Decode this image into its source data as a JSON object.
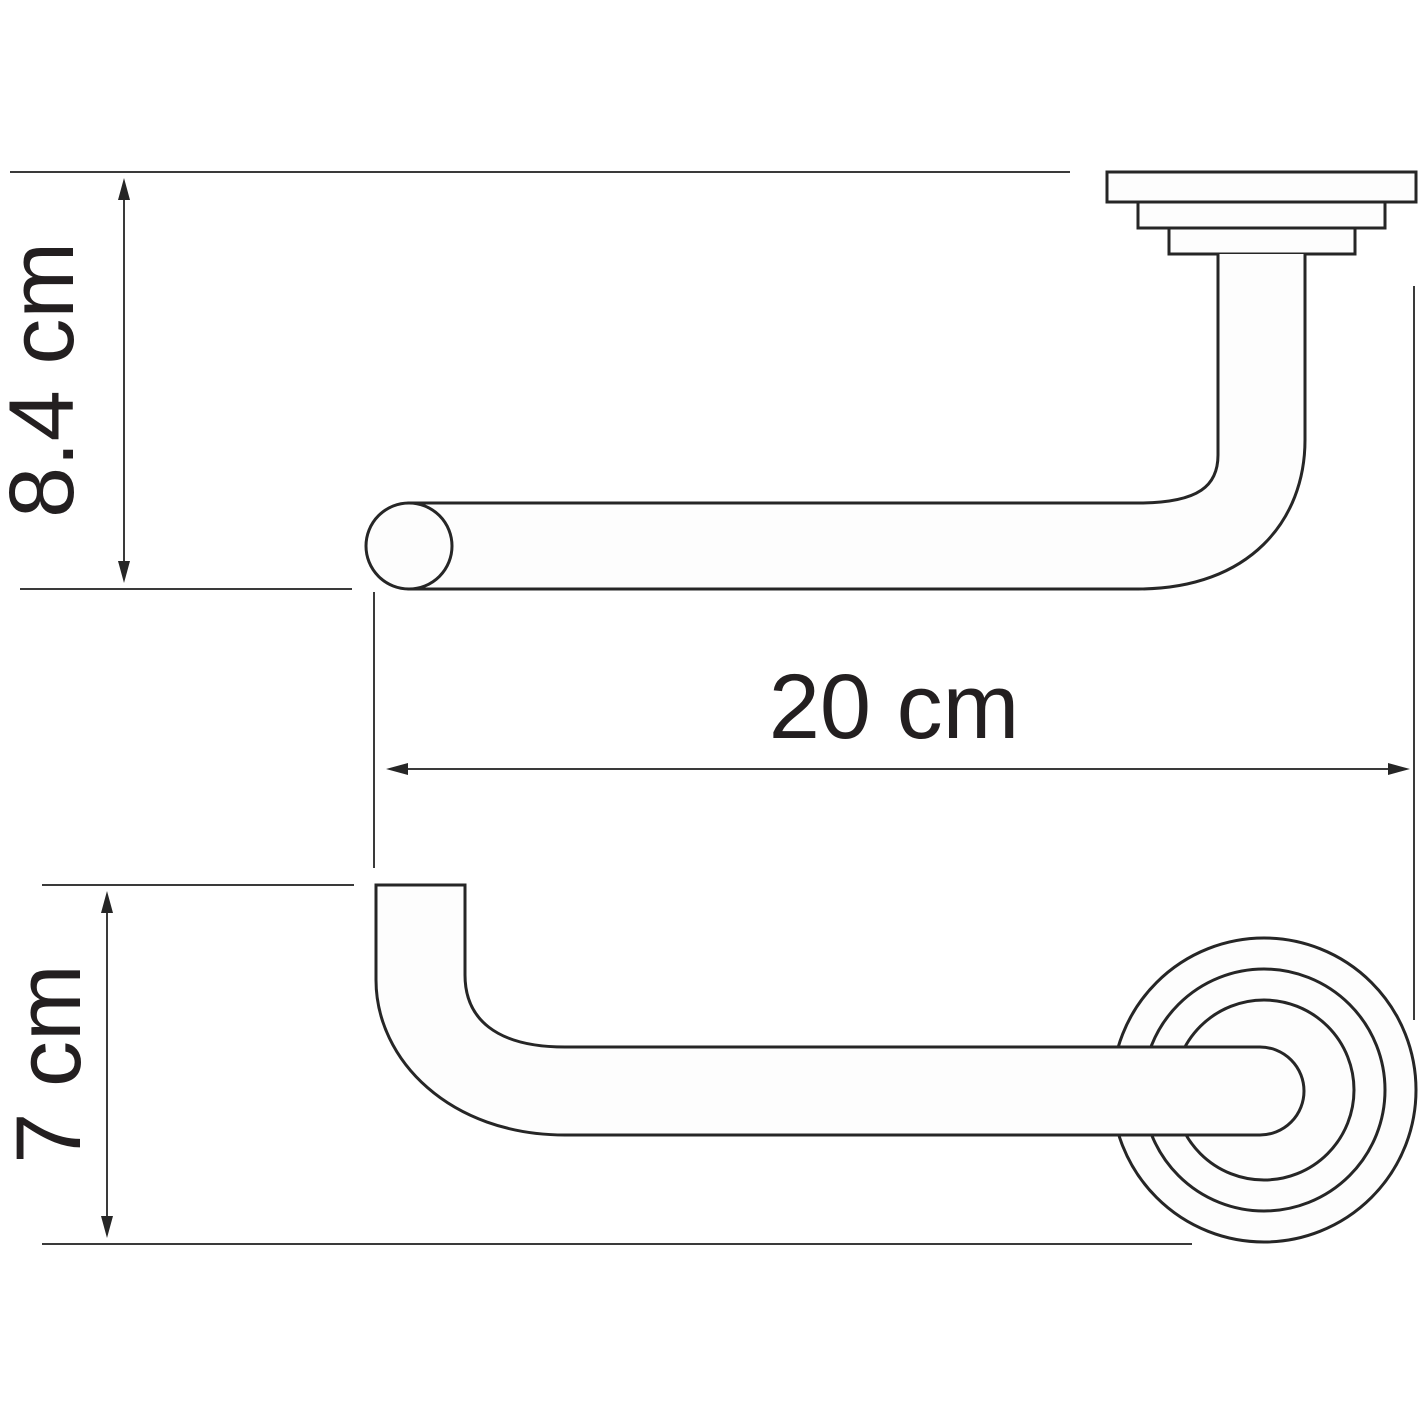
{
  "diagram": {
    "type": "technical-dimension-drawing",
    "subject": "wall-mounted L-shaped holder, side and top views",
    "line_color": "#262626",
    "background": "#ffffff"
  },
  "dimensions": {
    "height": {
      "label": "8.4 cm",
      "orientation": "vertical"
    },
    "width": {
      "label": "20 cm",
      "orientation": "horizontal"
    },
    "depth": {
      "label": "7 cm",
      "orientation": "vertical"
    }
  },
  "views": [
    {
      "name": "side-view",
      "description": "wall flange with stepped base, vertical post bending into horizontal bar ending in round cap"
    },
    {
      "name": "top-view",
      "description": "round concentric wall flange with bar bending into upward arm"
    }
  ]
}
